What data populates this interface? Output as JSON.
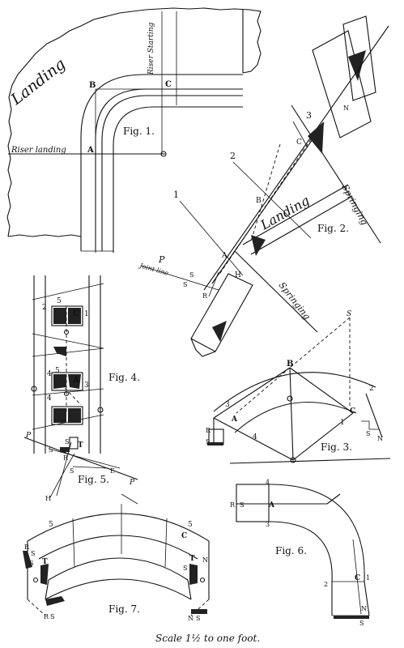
{
  "fig1": {
    "caption": "Fig. 1.",
    "landing": "Landing",
    "riser_starting": "Riser Starting",
    "riser_landing": "Riser landing",
    "pt_a": "A",
    "pt_b": "B",
    "pt_c": "C"
  },
  "fig2": {
    "caption": "Fig. 2.",
    "landing": "Landing",
    "springing_top": "Springing",
    "springing_bottom": "Springing",
    "joint_line": "Joint line",
    "n1": "1",
    "n2": "2",
    "n3": "3",
    "pt_p": "P",
    "pt_s1": "S",
    "pt_s2": "S",
    "pt_r": "R",
    "pt_a": "A",
    "pt_b": "B",
    "pt_c": "C",
    "pt_h": "H",
    "pt_n": "N"
  },
  "fig3": {
    "caption": "Fig. 3.",
    "pt_s_top": "S",
    "pt_b": "B",
    "n2": "2",
    "n3": "3",
    "pt_a": "A",
    "n4": "4",
    "pt_c": "C",
    "n1": "1",
    "pt_r": "R",
    "pt_s_left": "S",
    "pt_n": "N",
    "pt_s_right": "S"
  },
  "fig4": {
    "caption": "Fig. 4.",
    "n2": "2",
    "n5a": "5",
    "pt_c": "C",
    "n1": "1",
    "n4": "4",
    "n5b": "5",
    "pt_a": "A",
    "n3": "3",
    "n4b": "4"
  },
  "fig5": {
    "caption": "Fig. 5.",
    "pt_p_left": "P",
    "pt_p_right": "P",
    "pt_s1": "S",
    "pt_s2": "S",
    "pt_t": "T",
    "pt_r": "R",
    "pt_e": "E",
    "pt_h": "H",
    "pt_s3": "S"
  },
  "fig6": {
    "caption": "Fig. 6.",
    "pt_r": "R",
    "pt_s": "S",
    "pt_a": "A",
    "n4": "4",
    "n3": "3",
    "n2": "2",
    "pt_c": "C",
    "n1": "1",
    "pt_n": "N",
    "pt_s_bottom": "S"
  },
  "fig7": {
    "caption": "Fig. 7.",
    "n5_left": "5",
    "n5_right": "5",
    "pt_c": "C",
    "pt_r_top": "R",
    "pt_s_top": "S",
    "pt_t_left": "T",
    "pt_s_left": "S",
    "pt_t_right": "T",
    "pt_n_right": "N",
    "pt_s_right": "S",
    "pt_r_bot": "R",
    "pt_s_bot": "S",
    "pt_n_bot": "N",
    "pt_s_bot2": "S"
  },
  "scale": "Scale 1½ to one foot."
}
